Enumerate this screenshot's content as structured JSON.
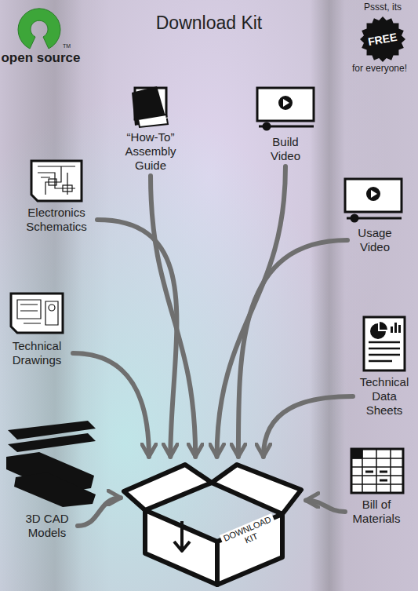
{
  "diagram": {
    "title": "Download Kit",
    "nodes": [
      {
        "text": [
          "FREE"
        ]
      },
      {
        "text": [
          "“How-To” Assembly Guide"
        ]
      },
      {
        "text": [
          "Build Video"
        ]
      },
      {
        "text": [
          "Electronics Schematics"
        ]
      },
      {
        "text": [
          "Usage Video"
        ]
      },
      {
        "text": [
          "Technical Drawings"
        ]
      },
      {
        "text": [
          "Technical Data Sheets"
        ]
      },
      {
        "text": [
          "3D CAD Models"
        ]
      },
      {
        "text": [
          "Bill of Materials"
        ]
      },
      {
        "text": [
          "DOWNLOAD KIT"
        ]
      }
    ],
    "edges": [
      {
        "from": 1,
        "to": 9,
        "arrow": "to"
      },
      {
        "from": 2,
        "to": 9,
        "arrow": "to"
      },
      {
        "from": 3,
        "to": 9,
        "arrow": "to"
      },
      {
        "from": 4,
        "to": 9,
        "arrow": "to"
      },
      {
        "from": 5,
        "to": 9,
        "arrow": "to"
      },
      {
        "from": 6,
        "to": 9,
        "arrow": "to"
      },
      {
        "from": 7,
        "to": 9,
        "arrow": "to"
      },
      {
        "from": 8,
        "to": 9,
        "arrow": "to"
      }
    ],
    "labels": [
      "open source",
      "TM",
      "Pssst, its",
      "for everyone!"
    ]
  }
}
